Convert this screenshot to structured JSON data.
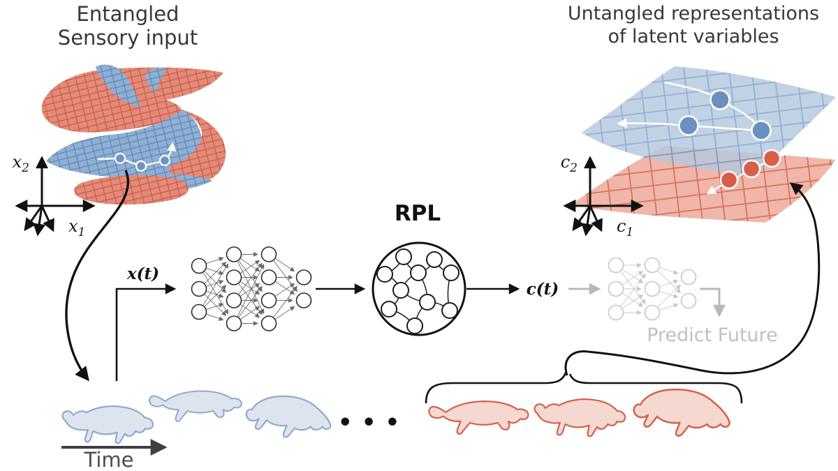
{
  "figure": {
    "left_panel": {
      "title_line1": "Entangled",
      "title_line2": "Sensory input",
      "axis_vertical_base": "x",
      "axis_vertical_sub": "2",
      "axis_horizontal_base": "x",
      "axis_horizontal_sub": "1"
    },
    "right_panel": {
      "title_line1": "Untangled representations",
      "title_line2": "of latent variables",
      "axis_vertical_base": "c",
      "axis_vertical_sub": "2",
      "axis_horizontal_base": "c",
      "axis_horizontal_sub": "1"
    },
    "pipeline": {
      "input_signal_label": "x(t)",
      "rpl_label": "RPL",
      "latent_signal_label": "c(t)",
      "predict_future_label": "Predict Future",
      "encoder_layers": [
        3,
        4,
        4,
        2
      ],
      "predictor_layers": [
        3,
        3,
        2
      ],
      "rpl_node_count": 10
    },
    "timeline": {
      "time_label": "Time",
      "ellipsis": "● ● ●",
      "blue_frames": 3,
      "red_frames": 3
    },
    "colors": {
      "entangled_blue": "#8fb0d4",
      "entangled_blue_grid": "#6286b5",
      "entangled_red": "#e38b7a",
      "entangled_red_grid": "#cb5a45",
      "untangled_blue": "#b5c8df",
      "untangled_blue_grid": "#7d9ec7",
      "untangled_red": "#f0b6aa",
      "untangled_red_grid": "#d8715c",
      "blue_dot": "#6990bf",
      "red_dot": "#d75f4a",
      "cat_fill": "#dde4ee",
      "cat_stroke": "#8fa9cd",
      "dog_fill": "#f5d8d0",
      "dog_stroke": "#d4604a",
      "gray_network": "#c6c6c6",
      "gray_arrow": "#b8b8b8",
      "ink": "#111111",
      "title_text": "#383838"
    }
  }
}
